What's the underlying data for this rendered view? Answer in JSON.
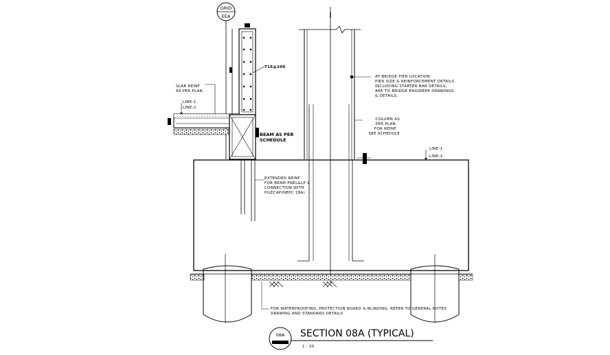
{
  "drawing": {
    "grid_label_top": "GRID",
    "grid_label_bottom": "EEA",
    "bar_label": "T16@200",
    "slab_reinf": [
      "SLAB REINF",
      "AS PER PLAN"
    ],
    "line1_left": "LINE-1",
    "line2_left": "LINE-2",
    "beam_note": [
      "BEAM AS PER",
      "SCHEDULE"
    ],
    "extended_reinf": [
      "EXTENDED REINF.",
      "FOR BEAM PNEL&LP 1",
      "CONNECTION WITH",
      "PILECAP(NEPC 18A)"
    ],
    "pier_note": [
      "AT BRIDGE PIER LOCATION",
      "PIER SIZE & REINFORCEMENT DETAILS",
      "INCLUDING STARTER BAR DETAILS,",
      "ARE TO BRIDGE ENGINEER DRAWINGS",
      "& DETAILS."
    ],
    "column_note": [
      "COLUMN AS",
      "PER PLAN,",
      "FOR REINF.",
      "SEE SCHEDULE"
    ],
    "line1_right": "LINE-1",
    "line2_right": "LINE-2",
    "waterproof_note": [
      "FOR WATERPROOFING, PROTECTION BOARD & BLINDING, REFER TO GENERAL NOTES",
      "DRAWING AND STANDARD DETAILS"
    ],
    "section_bubble": "08A",
    "section_title": "SECTION 08A (TYPICAL)",
    "scale": "1 : 20"
  }
}
